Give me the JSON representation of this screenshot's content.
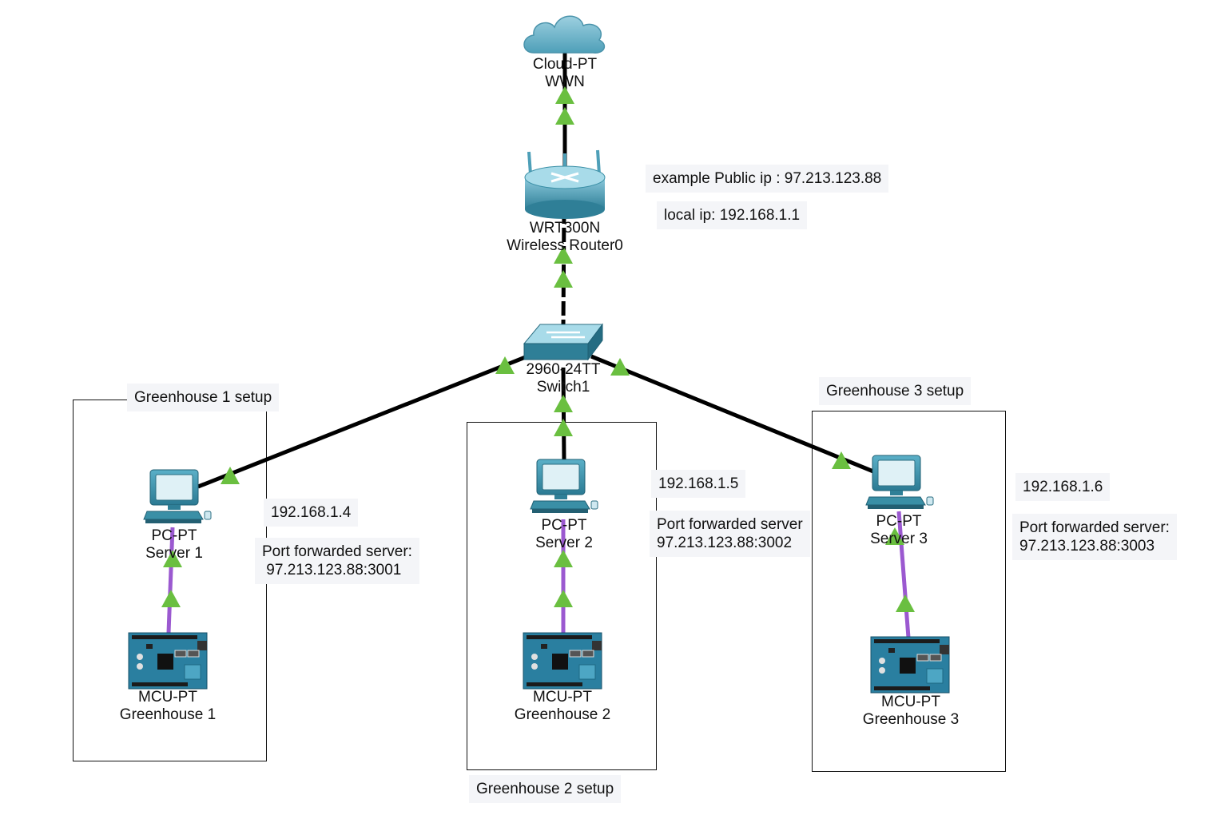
{
  "devices": {
    "cloud": {
      "model": "Cloud-PT",
      "name": "WWN"
    },
    "router": {
      "model": "WRT300N",
      "name": "Wireless Router0"
    },
    "switch": {
      "model": "2960-24TT",
      "name": "Switch1"
    },
    "server1": {
      "model": "PC-PT",
      "name": "Server 1"
    },
    "server2": {
      "model": "PC-PT",
      "name": "Server 2"
    },
    "server3": {
      "model": "PC-PT",
      "name": "Server 3"
    },
    "mcu1": {
      "model": "MCU-PT",
      "name": "Greenhouse 1"
    },
    "mcu2": {
      "model": "MCU-PT",
      "name": "Greenhouse 2"
    },
    "mcu3": {
      "model": "MCU-PT",
      "name": "Greenhouse 3"
    }
  },
  "notes": {
    "public_ip": "example Public ip : 97.213.123.88",
    "local_ip": "local ip: 192.168.1.1",
    "server1_ip": "192.168.1.4",
    "server1_forward": "Port forwarded server:\n 97.213.123.88:3001",
    "server2_ip": "192.168.1.5",
    "server2_forward": "Port forwarded server\n97.213.123.88:3002",
    "server3_ip": "192.168.1.6",
    "server3_forward": "Port forwarded server:\n97.213.123.88:3003"
  },
  "groups": {
    "gh1": "Greenhouse 1 setup",
    "gh2": "Greenhouse 2 setup",
    "gh3": "Greenhouse 3 setup"
  },
  "colors": {
    "ethernet_link": "#000000",
    "iot_link": "#9b59d0",
    "link_up_indicator": "#6abf40",
    "device_blue": "#3a8fa6"
  }
}
